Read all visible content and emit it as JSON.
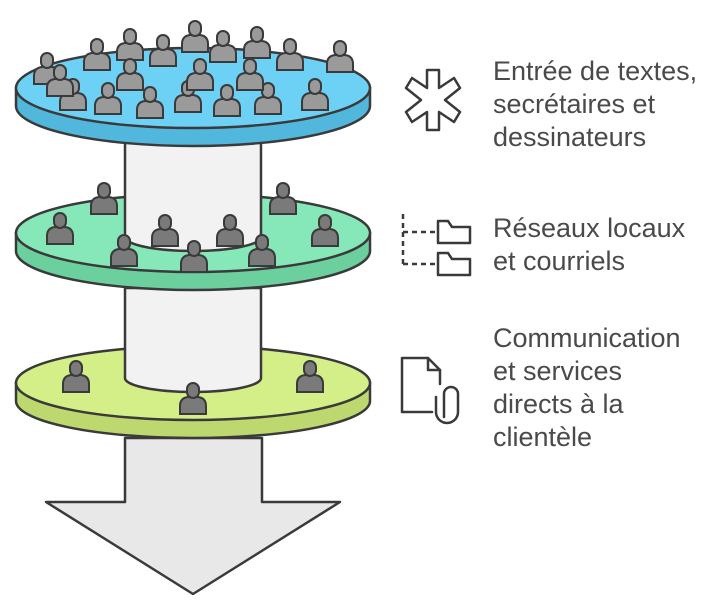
{
  "levels": [
    {
      "lines": [
        "Entrée de textes,",
        "secrétaires et",
        "dessinateurs"
      ],
      "icon": "asterisk-icon",
      "color": "#6dd1f5",
      "people": 20
    },
    {
      "lines": [
        "Réseaux locaux",
        "et courriels"
      ],
      "icon": "folder-tree-icon",
      "color": "#86e8b8",
      "people": 9
    },
    {
      "lines": [
        "Communication",
        "et services",
        "directs à la",
        "clientèle"
      ],
      "icon": "document-attachment-icon",
      "color": "#d4ef88",
      "people": 3
    }
  ],
  "colors": {
    "column": "#f2f2f2",
    "arrow": "#e8e8e8",
    "outline": "#3a3a3a",
    "person": "#9a9a9a",
    "person_dark": "#7a7a7a"
  }
}
